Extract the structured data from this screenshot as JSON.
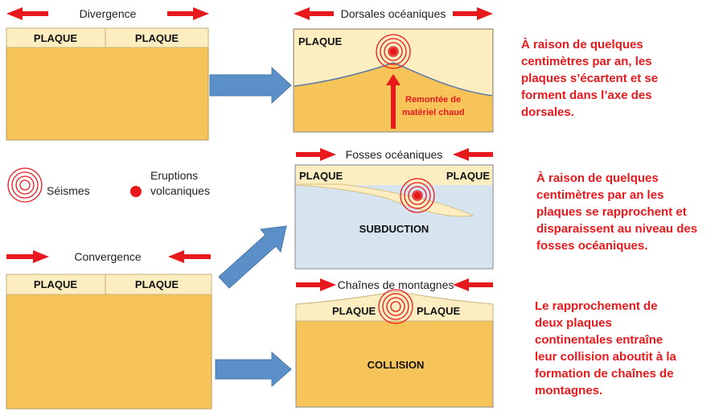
{
  "divergence": {
    "title": "Divergence",
    "plate_left": "PLAQUE",
    "plate_right": "PLAQUE"
  },
  "convergence": {
    "title": "Convergence",
    "plate_left": "PLAQUE",
    "plate_right": "PLAQUE"
  },
  "dorsales": {
    "title": "Dorsales océaniques",
    "plate": "PLAQUE",
    "upwelling_line1": "Remontée de",
    "upwelling_line2": "matériel chaud"
  },
  "fosses": {
    "title": "Fosses océaniques",
    "plate_left": "PLAQUE",
    "plate_right": "PLAQUE",
    "label": "SUBDUCTION"
  },
  "chaines": {
    "title": "Chaînes de montagnes",
    "plate_left": "PLAQUE",
    "plate_right": "PLAQUE",
    "label": "COLLISION"
  },
  "legend": {
    "seismes": "Séismes",
    "eruptions_line1": "Eruptions",
    "eruptions_line2": "volcaniques"
  },
  "explanations": {
    "dorsales": [
      "À raison de quelques",
      "centimètres par an, les",
      "plaques s’écartent et se",
      "forment dans l’axe des",
      "dorsales."
    ],
    "fosses": [
      "À raison de quelques",
      "centimètres par an les",
      "plaques se rapprochent et",
      "disparaissent au niveau des",
      "fosses océaniques."
    ],
    "chaines": [
      "Le rapprochement de",
      "deux plaques",
      "continentales entraîne",
      "leur collision aboutit à la",
      "formation de chaînes de",
      "montagnes."
    ]
  },
  "colors": {
    "arrow_red": "#e8191d",
    "arrow_blue": "#5b8fc7",
    "mantle": "#f7c45a",
    "plate": "#fdeec2",
    "ocean": "#d6e4f0",
    "quake": "#e8191d",
    "text": "#222222"
  }
}
